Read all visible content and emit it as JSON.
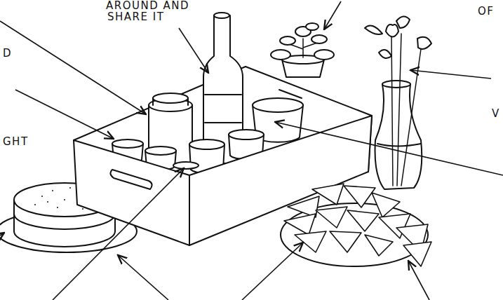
{
  "diagram": {
    "labels": [
      "AROUND AND",
      "SHARE IT",
      "D",
      "GHT",
      "OF",
      "V"
    ]
  }
}
